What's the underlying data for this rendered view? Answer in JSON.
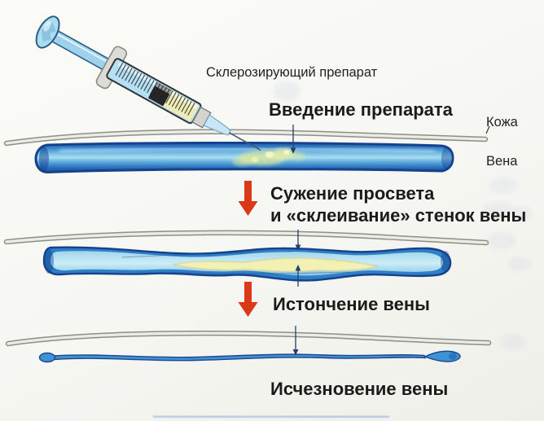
{
  "colors": {
    "background": "#f6f6f2",
    "text": "#1b1b1b",
    "arrow_red": "#d93917",
    "vein_blue": "#2e7fc6",
    "vein_outline": "#16418c",
    "vein_highlight": "#a8dcf0",
    "sclerosant_yellow": "#f0eeb2",
    "skin_gray": "#8e8e86",
    "skin_core": "#ecece6",
    "pointer_navy": "#23406b",
    "syringe_body_blue": "#b5e0f4",
    "syringe_drug_yellow": "#efedb6"
  },
  "labels": {
    "drug": "Склерозирующий препарат"
  },
  "anatomy": {
    "skin": "Кожа",
    "vein": "Вена"
  },
  "steps": [
    {
      "label": "Введение препарата"
    },
    {
      "line1": "Сужение просвета",
      "line2": "и «склеивание» стенок вены"
    },
    {
      "label": "Истончение вены"
    },
    {
      "label": "Исчезновение вены"
    }
  ]
}
